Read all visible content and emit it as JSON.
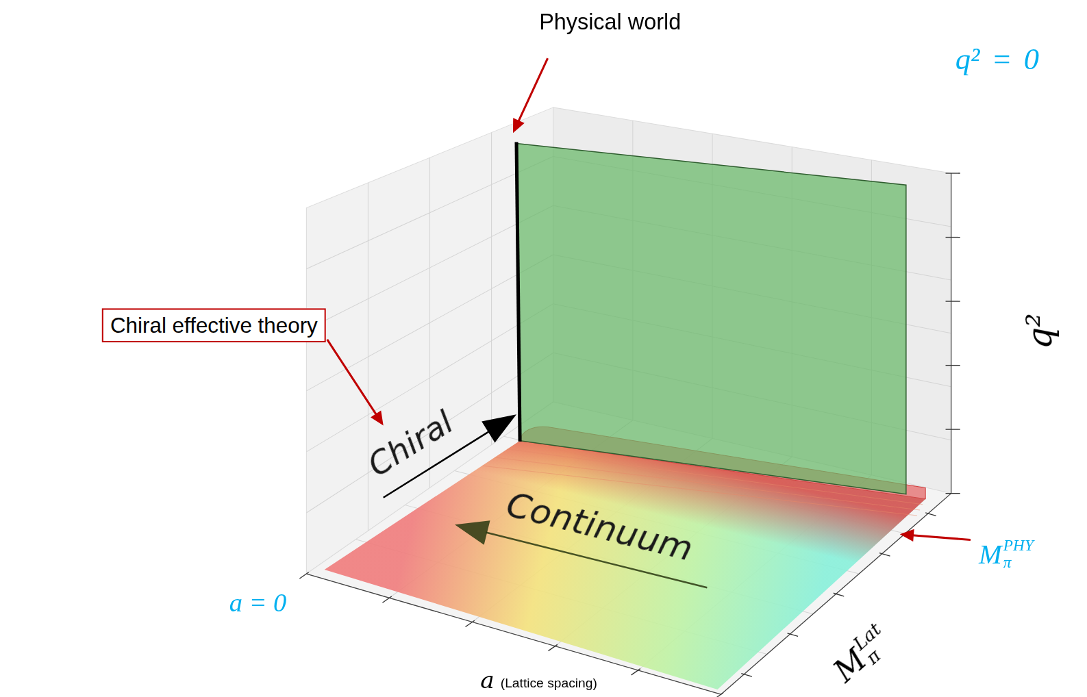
{
  "diagram": {
    "nodes": [
      {
        "text": [
          "Chiral effective theory"
        ]
      }
    ],
    "labels": [
      "Physical world",
      "Chiral",
      "Continuum",
      "q² = 0",
      "q²",
      "M",
      "π",
      "PHY",
      "M",
      "π",
      "Lat",
      "a = 0",
      "a",
      "(Lattice spacing)"
    ]
  }
}
